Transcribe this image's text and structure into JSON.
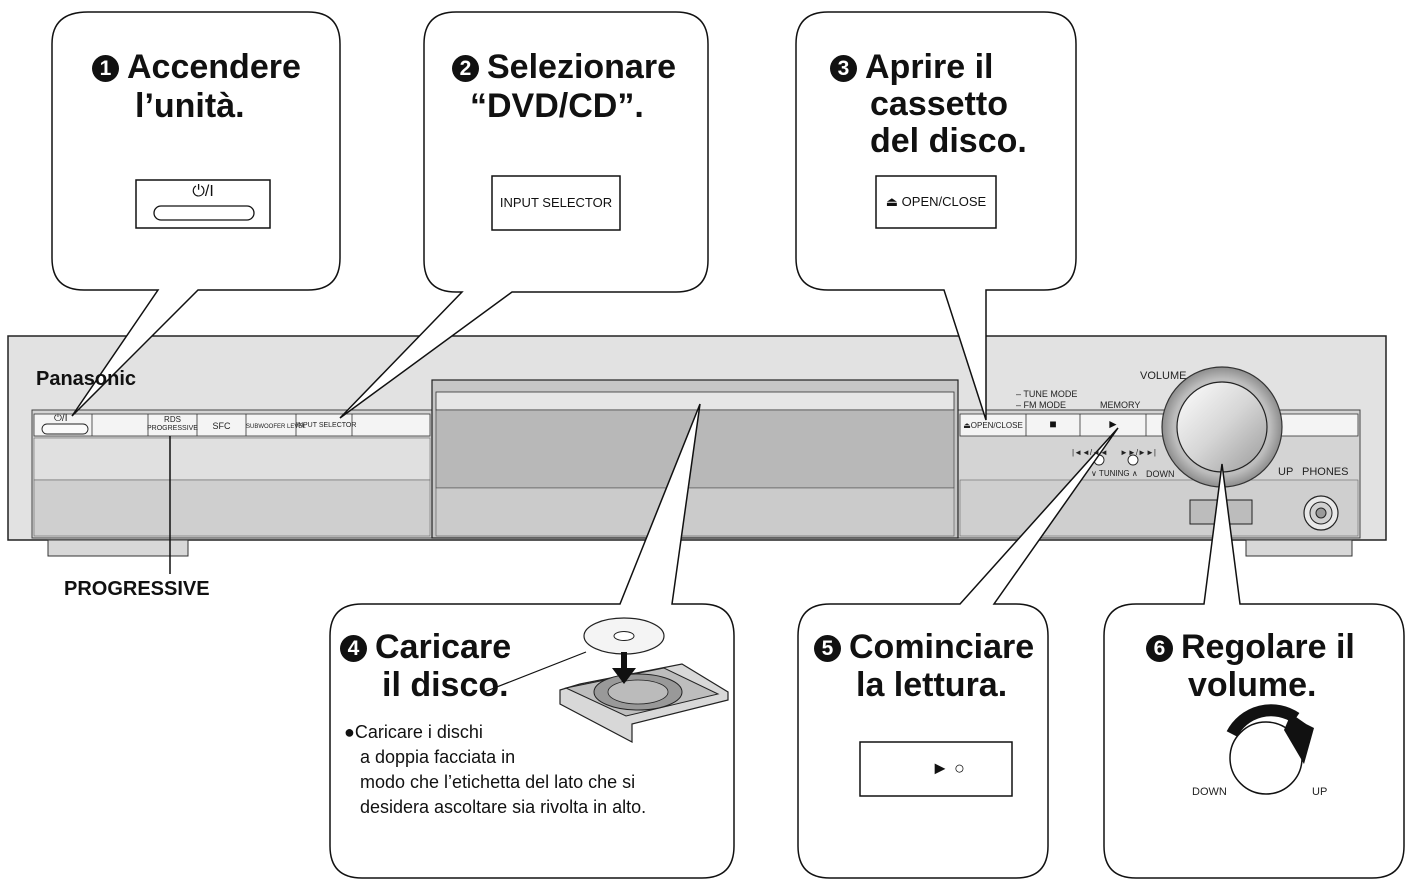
{
  "steps": [
    {
      "num": "1",
      "title_l1": "Accendere",
      "title_l2": "l’unità.",
      "button_label": "⏻/I"
    },
    {
      "num": "2",
      "title_l1": "Selezionare",
      "title_l2": "“DVD/CD”.",
      "button_label": "INPUT SELECTOR"
    },
    {
      "num": "3",
      "title_l1": "Aprire il",
      "title_l2": "cassetto",
      "title_l3": "del disco.",
      "button_label": "⏏ OPEN/CLOSE"
    },
    {
      "num": "4",
      "title_l1": "Caricare",
      "title_l2": "il disco.",
      "note_l1": "●Caricare i dischi",
      "note_l2": "a doppia facciata in",
      "note_l3": "modo che l’etichetta del lato che si",
      "note_l4": "desidera ascoltare sia rivolta in alto."
    },
    {
      "num": "5",
      "title_l1": "Cominciare",
      "title_l2": "la lettura.",
      "button_label": "►  ○"
    },
    {
      "num": "6",
      "title_l1": "Regolare il",
      "title_l2": "volume.",
      "knob_down": "DOWN",
      "knob_up": "UP"
    }
  ],
  "unit": {
    "brand": "Panasonic",
    "power": "⏻/I",
    "rds_progressive_l1": "RDS",
    "rds_progressive_l2": "PROGRESSIVE",
    "sfc": "SFC",
    "subwoofer_level": "SUBWOOFER LEVEL",
    "input_selector": "INPUT SELECTOR",
    "open_close": "⏏OPEN/CLOSE",
    "tune_mode": "– TUNE MODE",
    "fm_mode": "– FM MODE",
    "memory": "MEMORY",
    "stop": "■",
    "play": "►",
    "skip_back": "|◄◄/◄◄",
    "skip_fwd": "►►/►►|",
    "tuning": "∨ TUNING ∧",
    "down": "DOWN",
    "up": "UP",
    "volume": "VOLUME",
    "phones": "PHONES"
  },
  "callout_progressive": "PROGRESSIVE"
}
